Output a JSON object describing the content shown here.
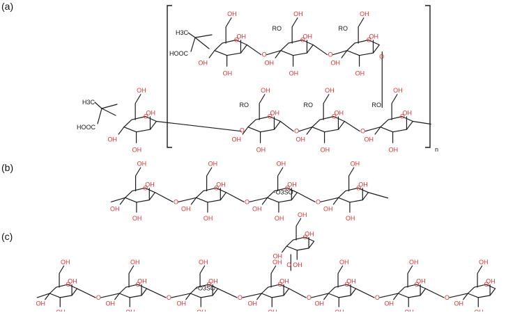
{
  "panels": {
    "a": {
      "label": "(a)",
      "subscript": "n"
    },
    "b": {
      "label": "(b)"
    },
    "c": {
      "label": "(c)"
    }
  },
  "atoms": {
    "hydroxyl": "OH",
    "oxygen": "O",
    "ether_r": "RO",
    "methyl": "H3C",
    "carboxyl": "HOOC",
    "sulfate": "O3SO",
    "charge": "-"
  },
  "colors": {
    "heteroatom": "#e03030",
    "bond": "#1a1a1a",
    "background": "#ffffff"
  }
}
